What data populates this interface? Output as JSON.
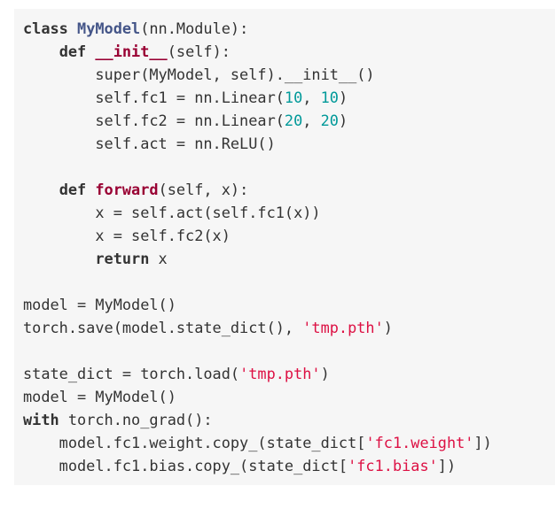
{
  "code": {
    "language": "python",
    "lines": [
      [
        [
          "class",
          "kw"
        ],
        [
          " ",
          ""
        ],
        [
          "MyModel",
          "cls"
        ],
        [
          "(nn.Module):",
          ""
        ]
      ],
      [
        [
          "    ",
          ""
        ],
        [
          "def",
          "kw"
        ],
        [
          " ",
          ""
        ],
        [
          "__init__",
          "fn"
        ],
        [
          "(self):",
          ""
        ]
      ],
      [
        [
          "        super(MyModel, self).__init__()",
          ""
        ]
      ],
      [
        [
          "        self.fc1 = nn.Linear(",
          ""
        ],
        [
          "10",
          "num"
        ],
        [
          ", ",
          ""
        ],
        [
          "10",
          "num"
        ],
        [
          ")",
          ""
        ]
      ],
      [
        [
          "        self.fc2 = nn.Linear(",
          ""
        ],
        [
          "20",
          "num"
        ],
        [
          ", ",
          ""
        ],
        [
          "20",
          "num"
        ],
        [
          ")",
          ""
        ]
      ],
      [
        [
          "        self.act = nn.ReLU()",
          ""
        ]
      ],
      [],
      [
        [
          "    ",
          ""
        ],
        [
          "def",
          "kw"
        ],
        [
          " ",
          ""
        ],
        [
          "forward",
          "fn"
        ],
        [
          "(self, x):",
          ""
        ]
      ],
      [
        [
          "        x = self.act(self.fc1(x))",
          ""
        ]
      ],
      [
        [
          "        x = self.fc2(x)",
          ""
        ]
      ],
      [
        [
          "        ",
          ""
        ],
        [
          "return",
          "kw"
        ],
        [
          " x",
          ""
        ]
      ],
      [],
      [
        [
          "model = MyModel()",
          ""
        ]
      ],
      [
        [
          "torch.save(model.state_dict(), ",
          ""
        ],
        [
          "'tmp.pth'",
          "str"
        ],
        [
          ")",
          ""
        ]
      ],
      [],
      [
        [
          "state_dict = torch.load(",
          ""
        ],
        [
          "'tmp.pth'",
          "str"
        ],
        [
          ")",
          ""
        ]
      ],
      [
        [
          "model = MyModel()",
          ""
        ]
      ],
      [
        [
          "with",
          "kw"
        ],
        [
          " torch.no_grad():",
          ""
        ]
      ],
      [
        [
          "    model.fc1.weight.copy_(state_dict[",
          ""
        ],
        [
          "'fc1.weight'",
          "str"
        ],
        [
          "])",
          ""
        ]
      ],
      [
        [
          "    model.fc1.bias.copy_(state_dict[",
          ""
        ],
        [
          "'fc1.bias'",
          "str"
        ],
        [
          "])",
          ""
        ]
      ]
    ]
  }
}
